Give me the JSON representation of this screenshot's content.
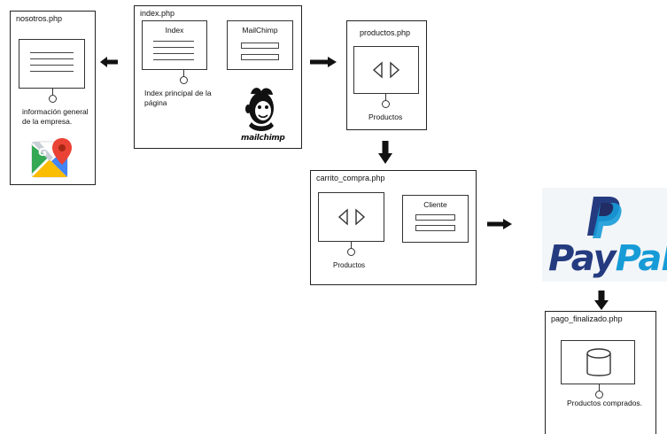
{
  "nosotros": {
    "title": "nosotros.php",
    "caption": "información general\nde la empresa."
  },
  "index": {
    "title": "index.php",
    "index_box_label": "Index",
    "mailchimp_box_label": "MailChimp",
    "caption": "Index principal de la\npágina",
    "mailchimp_logo_text": "mailchimp"
  },
  "productos": {
    "title": "productos.php",
    "caption": "Productos"
  },
  "carrito": {
    "title": "carrito_compra.php",
    "caption": "Productos",
    "cliente_label": "Cliente"
  },
  "paypal": {
    "word_dark": "Pay",
    "word_light": "Pal"
  },
  "pago": {
    "title": "pago_finalizado.php",
    "caption": "Productos comprados."
  },
  "colors": {
    "paypal_dark": "#253b80",
    "paypal_light": "#179bd7",
    "google_maps_red": "#ea4335",
    "google_maps_green": "#34a853",
    "google_maps_blue": "#4285f4",
    "google_maps_yellow": "#fbbc04"
  },
  "icons": {
    "arrow": "black-arrow-icon",
    "carousel": "carousel-arrows-icon",
    "database": "database-cylinder-icon",
    "maps": "google-maps-icon",
    "mailchimp": "mailchimp-freddie-icon",
    "paypal": "paypal-p-icon"
  }
}
